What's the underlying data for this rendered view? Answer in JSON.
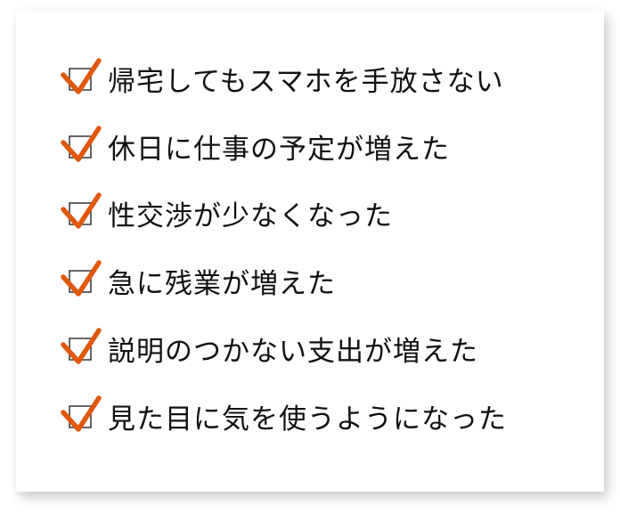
{
  "colors": {
    "check_mark": "#e0580c",
    "box_border": "#333333",
    "text": "#111111",
    "card_bg": "#ffffff"
  },
  "checklist": {
    "icon": "checked-checkbox-icon",
    "items": [
      {
        "label": "帰宅してもスマホを手放さない",
        "checked": true
      },
      {
        "label": "休日に仕事の予定が増えた",
        "checked": true
      },
      {
        "label": "性交渉が少なくなった",
        "checked": true
      },
      {
        "label": "急に残業が増えた",
        "checked": true
      },
      {
        "label": "説明のつかない支出が増えた",
        "checked": true
      },
      {
        "label": "見た目に気を使うようになった",
        "checked": true
      }
    ]
  }
}
